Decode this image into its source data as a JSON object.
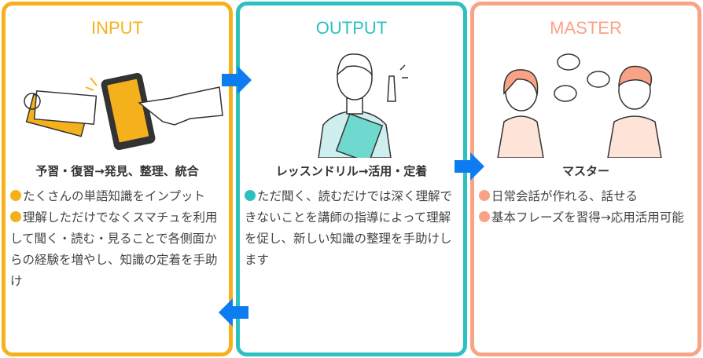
{
  "colors": {
    "input": "#f5b11b",
    "output": "#2cc1c0",
    "master": "#f9a386",
    "arrow": "#0d7cf0"
  },
  "panels": [
    {
      "title": "INPUT",
      "subtitle": "予習・復習→発見、整理、統合",
      "items": [
        "たくさんの単語知識をインプット",
        "理解しただけでなくスマチュを利用して聞く・読む・見ることで各側面からの経験を増やし、知識の定着を手助け"
      ]
    },
    {
      "title": "OUTPUT",
      "subtitle": "レッスンドリル→活用・定着",
      "items": [
        "ただ聞く、読むだけでは深く理解できないことを講師の指導によって理解を促し、新しい知識の整理を手助けします"
      ]
    },
    {
      "title": "MASTER",
      "subtitle": "マスター",
      "items": [
        "日常会話が作れる、話せる",
        "基本フレーズを習得→応用活用可能"
      ]
    }
  ]
}
